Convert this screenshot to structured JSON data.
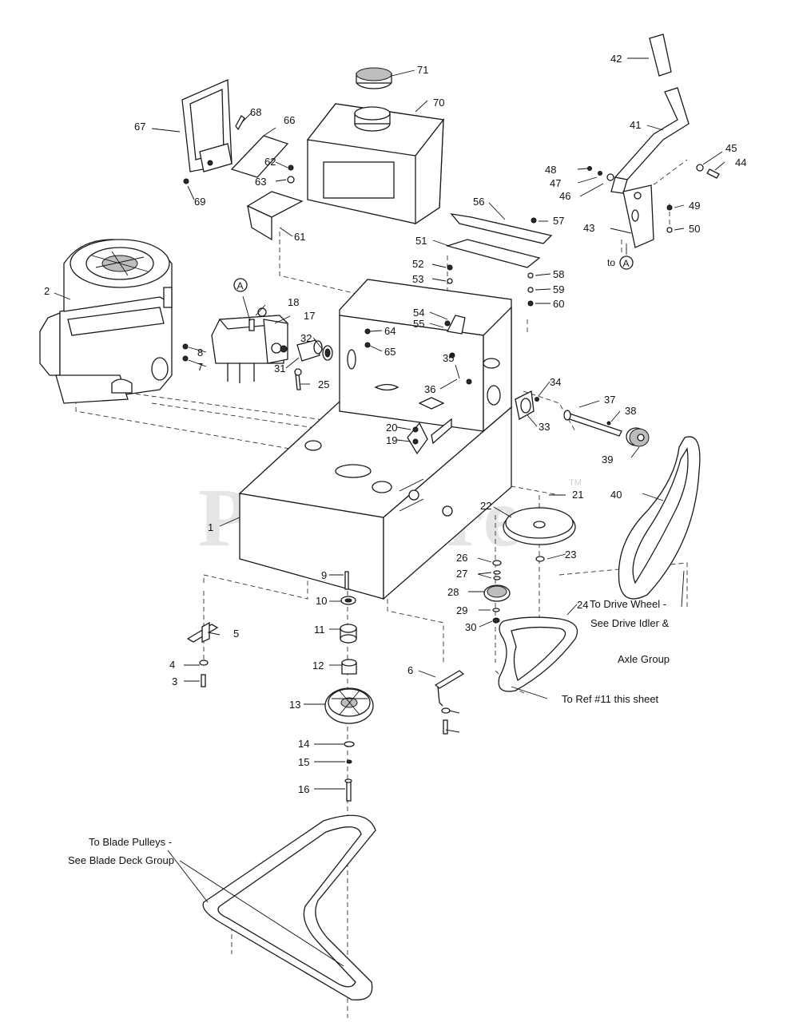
{
  "watermark": {
    "text": "PartsTree",
    "trademark": "TM"
  },
  "callout_numbers": [
    "1",
    "2",
    "3",
    "4",
    "5",
    "6",
    "7",
    "8",
    "9",
    "10",
    "11",
    "12",
    "13",
    "14",
    "15",
    "16",
    "17",
    "18",
    "19",
    "20",
    "21",
    "22",
    "23",
    "24",
    "25",
    "26",
    "27",
    "28",
    "29",
    "30",
    "31",
    "32",
    "33",
    "34",
    "35",
    "36",
    "37",
    "38",
    "39",
    "40",
    "41",
    "42",
    "43",
    "44",
    "45",
    "46",
    "47",
    "48",
    "49",
    "50",
    "51",
    "52",
    "53",
    "54",
    "55",
    "56",
    "57",
    "58",
    "59",
    "60",
    "61",
    "62",
    "63",
    "64",
    "65",
    "66",
    "67",
    "68",
    "69",
    "70",
    "71"
  ],
  "reference_marker": {
    "letter": "A",
    "to_label": "to"
  },
  "notes": {
    "drive_wheel_line1": "To Drive Wheel -",
    "drive_wheel_line2": "See Drive Idler &",
    "drive_wheel_line3": "Axle Group",
    "ref_11": "To Ref #11 this sheet",
    "blade_line1": "To Blade Pulleys -",
    "blade_line2": "See Blade Deck Group"
  }
}
